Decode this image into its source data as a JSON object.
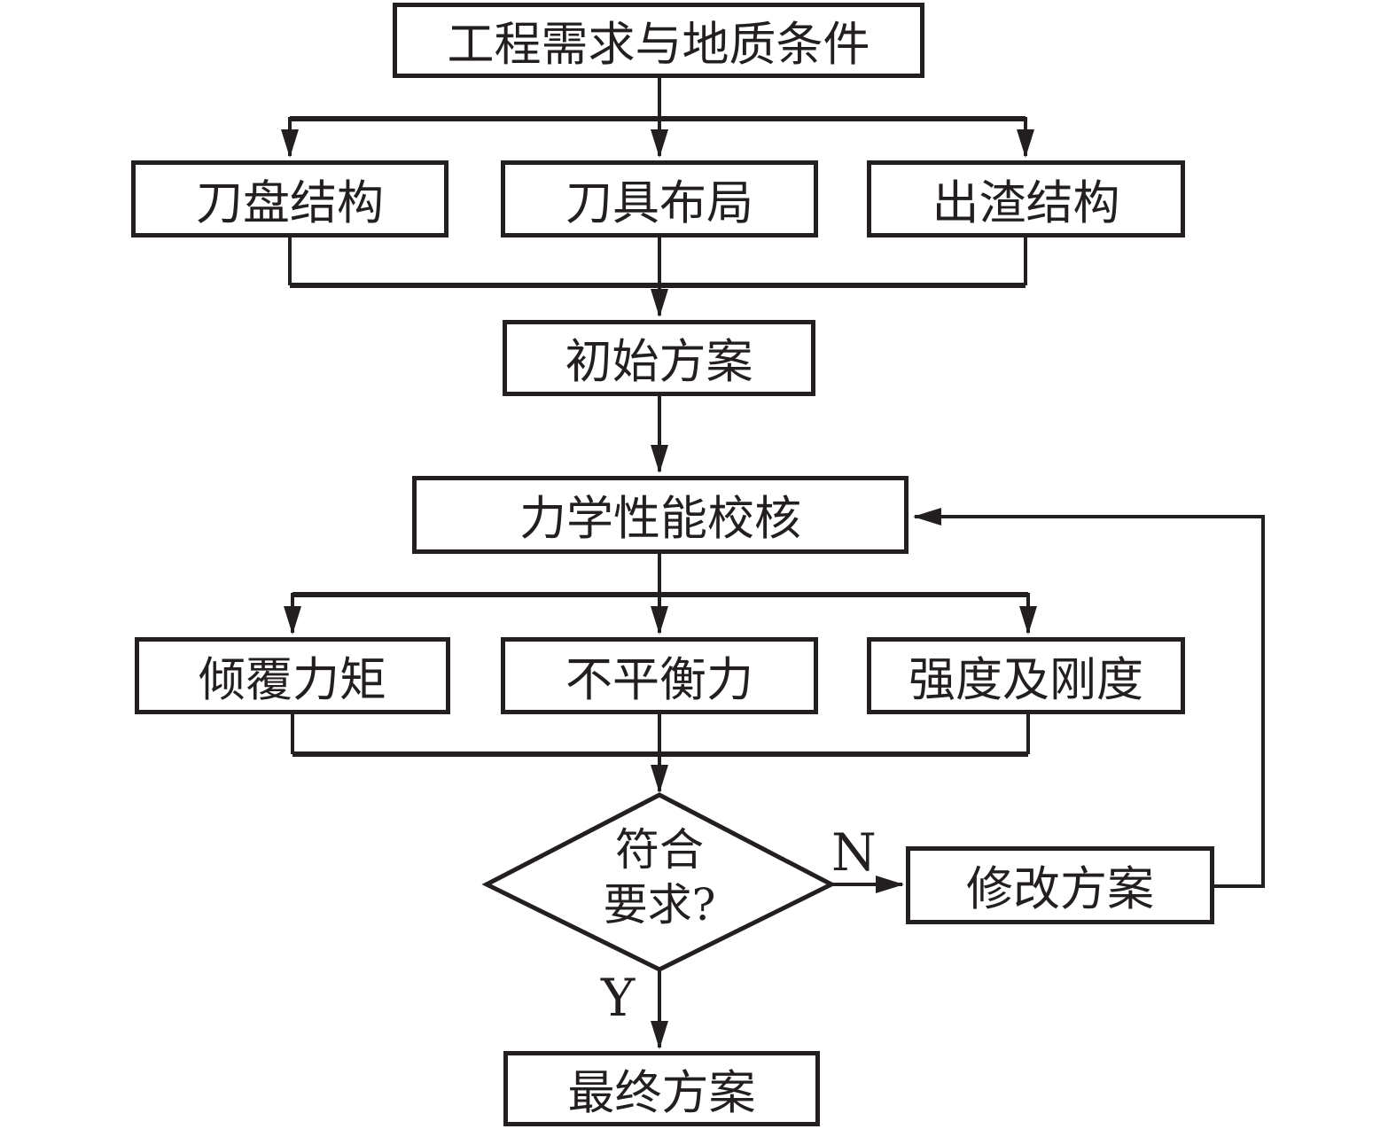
{
  "flowchart": {
    "nodes": {
      "engineering_requirements": {
        "label": "工程需求与地质条件"
      },
      "cutterhead_structure": {
        "label": "刀盘结构"
      },
      "cutter_layout": {
        "label": "刀具布局"
      },
      "slag_discharge_structure": {
        "label": "出渣结构"
      },
      "initial_scheme": {
        "label": "初始方案"
      },
      "mechanical_performance_check": {
        "label": "力学性能校核"
      },
      "overturning_moment": {
        "label": "倾覆力矩"
      },
      "unbalanced_force": {
        "label": "不平衡力"
      },
      "strength_and_stiffness": {
        "label": "强度及刚度"
      },
      "decision_meets_requirements": {
        "label_line1": "符合",
        "label_line2": "要求?"
      },
      "modify_scheme": {
        "label": "修改方案"
      },
      "final_scheme": {
        "label": "最终方案"
      }
    },
    "branch_labels": {
      "no": "N",
      "yes": "Y"
    },
    "colors": {
      "line": "#231f20",
      "node_fill": "#ffffff",
      "background": "#ffffff"
    }
  }
}
